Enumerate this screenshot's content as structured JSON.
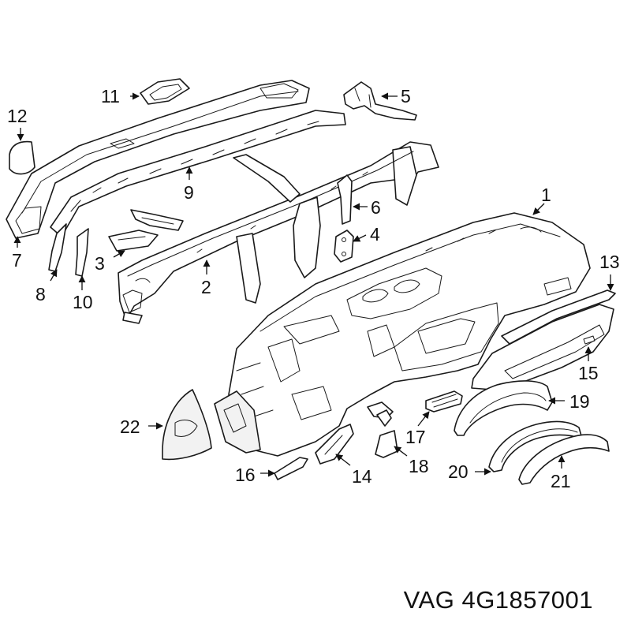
{
  "caption": "VAG 4G1857001",
  "callouts": [
    "1",
    "2",
    "3",
    "4",
    "5",
    "6",
    "7",
    "8",
    "9",
    "10",
    "11",
    "12",
    "13",
    "14",
    "15",
    "16",
    "17",
    "18",
    "19",
    "20",
    "21",
    "22"
  ]
}
